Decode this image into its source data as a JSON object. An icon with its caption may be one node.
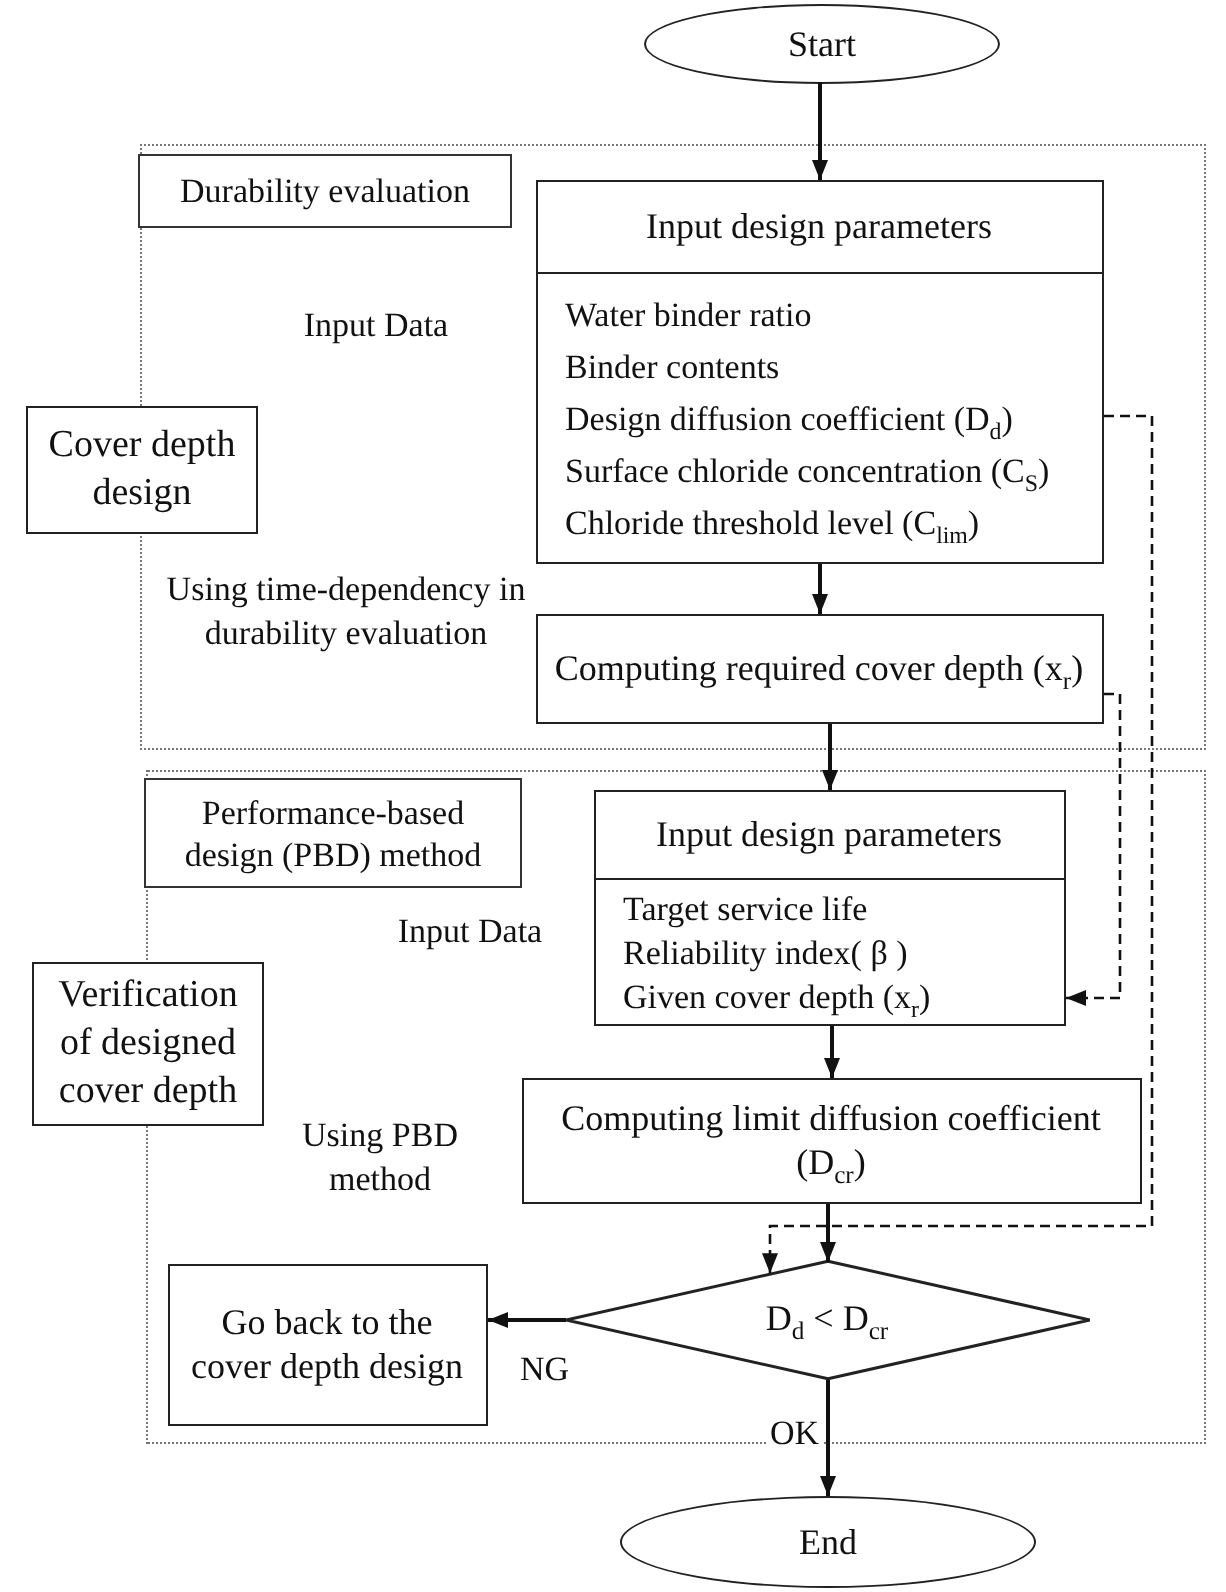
{
  "diagram": {
    "nodes": [
      {
        "text": [
          "Start"
        ]
      },
      {
        "text": [
          "Durability evaluation"
        ]
      },
      {
        "text": [
          "Cover depth design"
        ]
      },
      {
        "text": [
          "Input design parameters",
          "Water binder ratio",
          "Binder contents",
          "Design diffusion coefficient (D$_{d}$)",
          "Surface chloride concentration (C$_{S}$)",
          "Chloride threshold level (C$_{lim}$)"
        ],
        "in": 1
      },
      {
        "text": [
          "Computing required cover depth (x$_{r}$)"
        ],
        "in": 1
      },
      {
        "text": [
          "Performance-based design (PBD) method"
        ]
      },
      {
        "text": [
          "Verification of designed cover depth"
        ]
      },
      {
        "text": [
          "Input design parameters",
          "Target service life",
          "Reliability index( β )",
          "Given cover depth (x$_{r}$)"
        ],
        "in": 5
      },
      {
        "text": [
          "Computing limit diffusion coefficient (D$_{cr}$)"
        ],
        "in": 5
      },
      {
        "text": [
          "D$_{d}$ < D$_{cr}$"
        ],
        "in": 5
      },
      {
        "text": [
          "Go back to the cover depth design"
        ],
        "in": 5
      },
      {
        "text": [
          "End"
        ]
      }
    ],
    "edges": [
      {
        "from": 0,
        "to": 3,
        "arrow": "to"
      },
      {
        "from": 3,
        "to": 4,
        "arrow": "to"
      },
      {
        "from": 4,
        "to": 7,
        "arrow": "to"
      },
      {
        "from": 7,
        "to": 8,
        "arrow": "to"
      },
      {
        "from": 8,
        "to": 9,
        "arrow": "to"
      },
      {
        "from": 9,
        "to": 10,
        "arrow": "to",
        "label": "NG"
      },
      {
        "from": 9,
        "to": 11,
        "arrow": "to",
        "label": "OK"
      },
      {
        "from": 3,
        "to": 9,
        "arrow": "to",
        "style": "dashed"
      },
      {
        "from": 4,
        "to": 7,
        "arrow": "to",
        "style": "dashed"
      }
    ],
    "labels": [
      "Input Data",
      "Using time-dependency in durability evaluation",
      "Input Data",
      "Using PBD method"
    ]
  }
}
